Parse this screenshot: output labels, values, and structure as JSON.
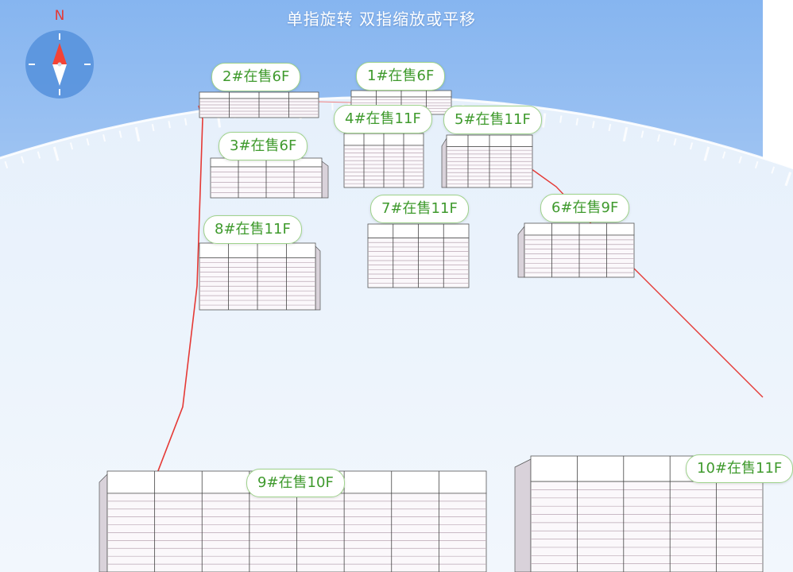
{
  "hint": {
    "text": "单指旋转 双指缩放或平移"
  },
  "compass": {
    "north_label": "N",
    "icon": "compass-icon"
  },
  "colors": {
    "sky_top": "#8ab8f2",
    "sky_bottom": "#dce9f8",
    "ground": "#eef5fc",
    "boundary": "#e53935",
    "label_text": "#3f9a2d",
    "label_border": "#9fd38c",
    "building_fill": "#ffffff",
    "building_floor_line": "#b9a6b3"
  },
  "buildings": [
    {
      "id": "1",
      "label": "1#在售6F"
    },
    {
      "id": "2",
      "label": "2#在售6F"
    },
    {
      "id": "3",
      "label": "3#在售6F"
    },
    {
      "id": "4",
      "label": "4#在售11F"
    },
    {
      "id": "5",
      "label": "5#在售11F"
    },
    {
      "id": "6",
      "label": "6#在售9F"
    },
    {
      "id": "7",
      "label": "7#在售11F"
    },
    {
      "id": "8",
      "label": "8#在售11F"
    },
    {
      "id": "9",
      "label": "9#在售10F"
    },
    {
      "id": "10",
      "label": "10#在售11F"
    }
  ]
}
